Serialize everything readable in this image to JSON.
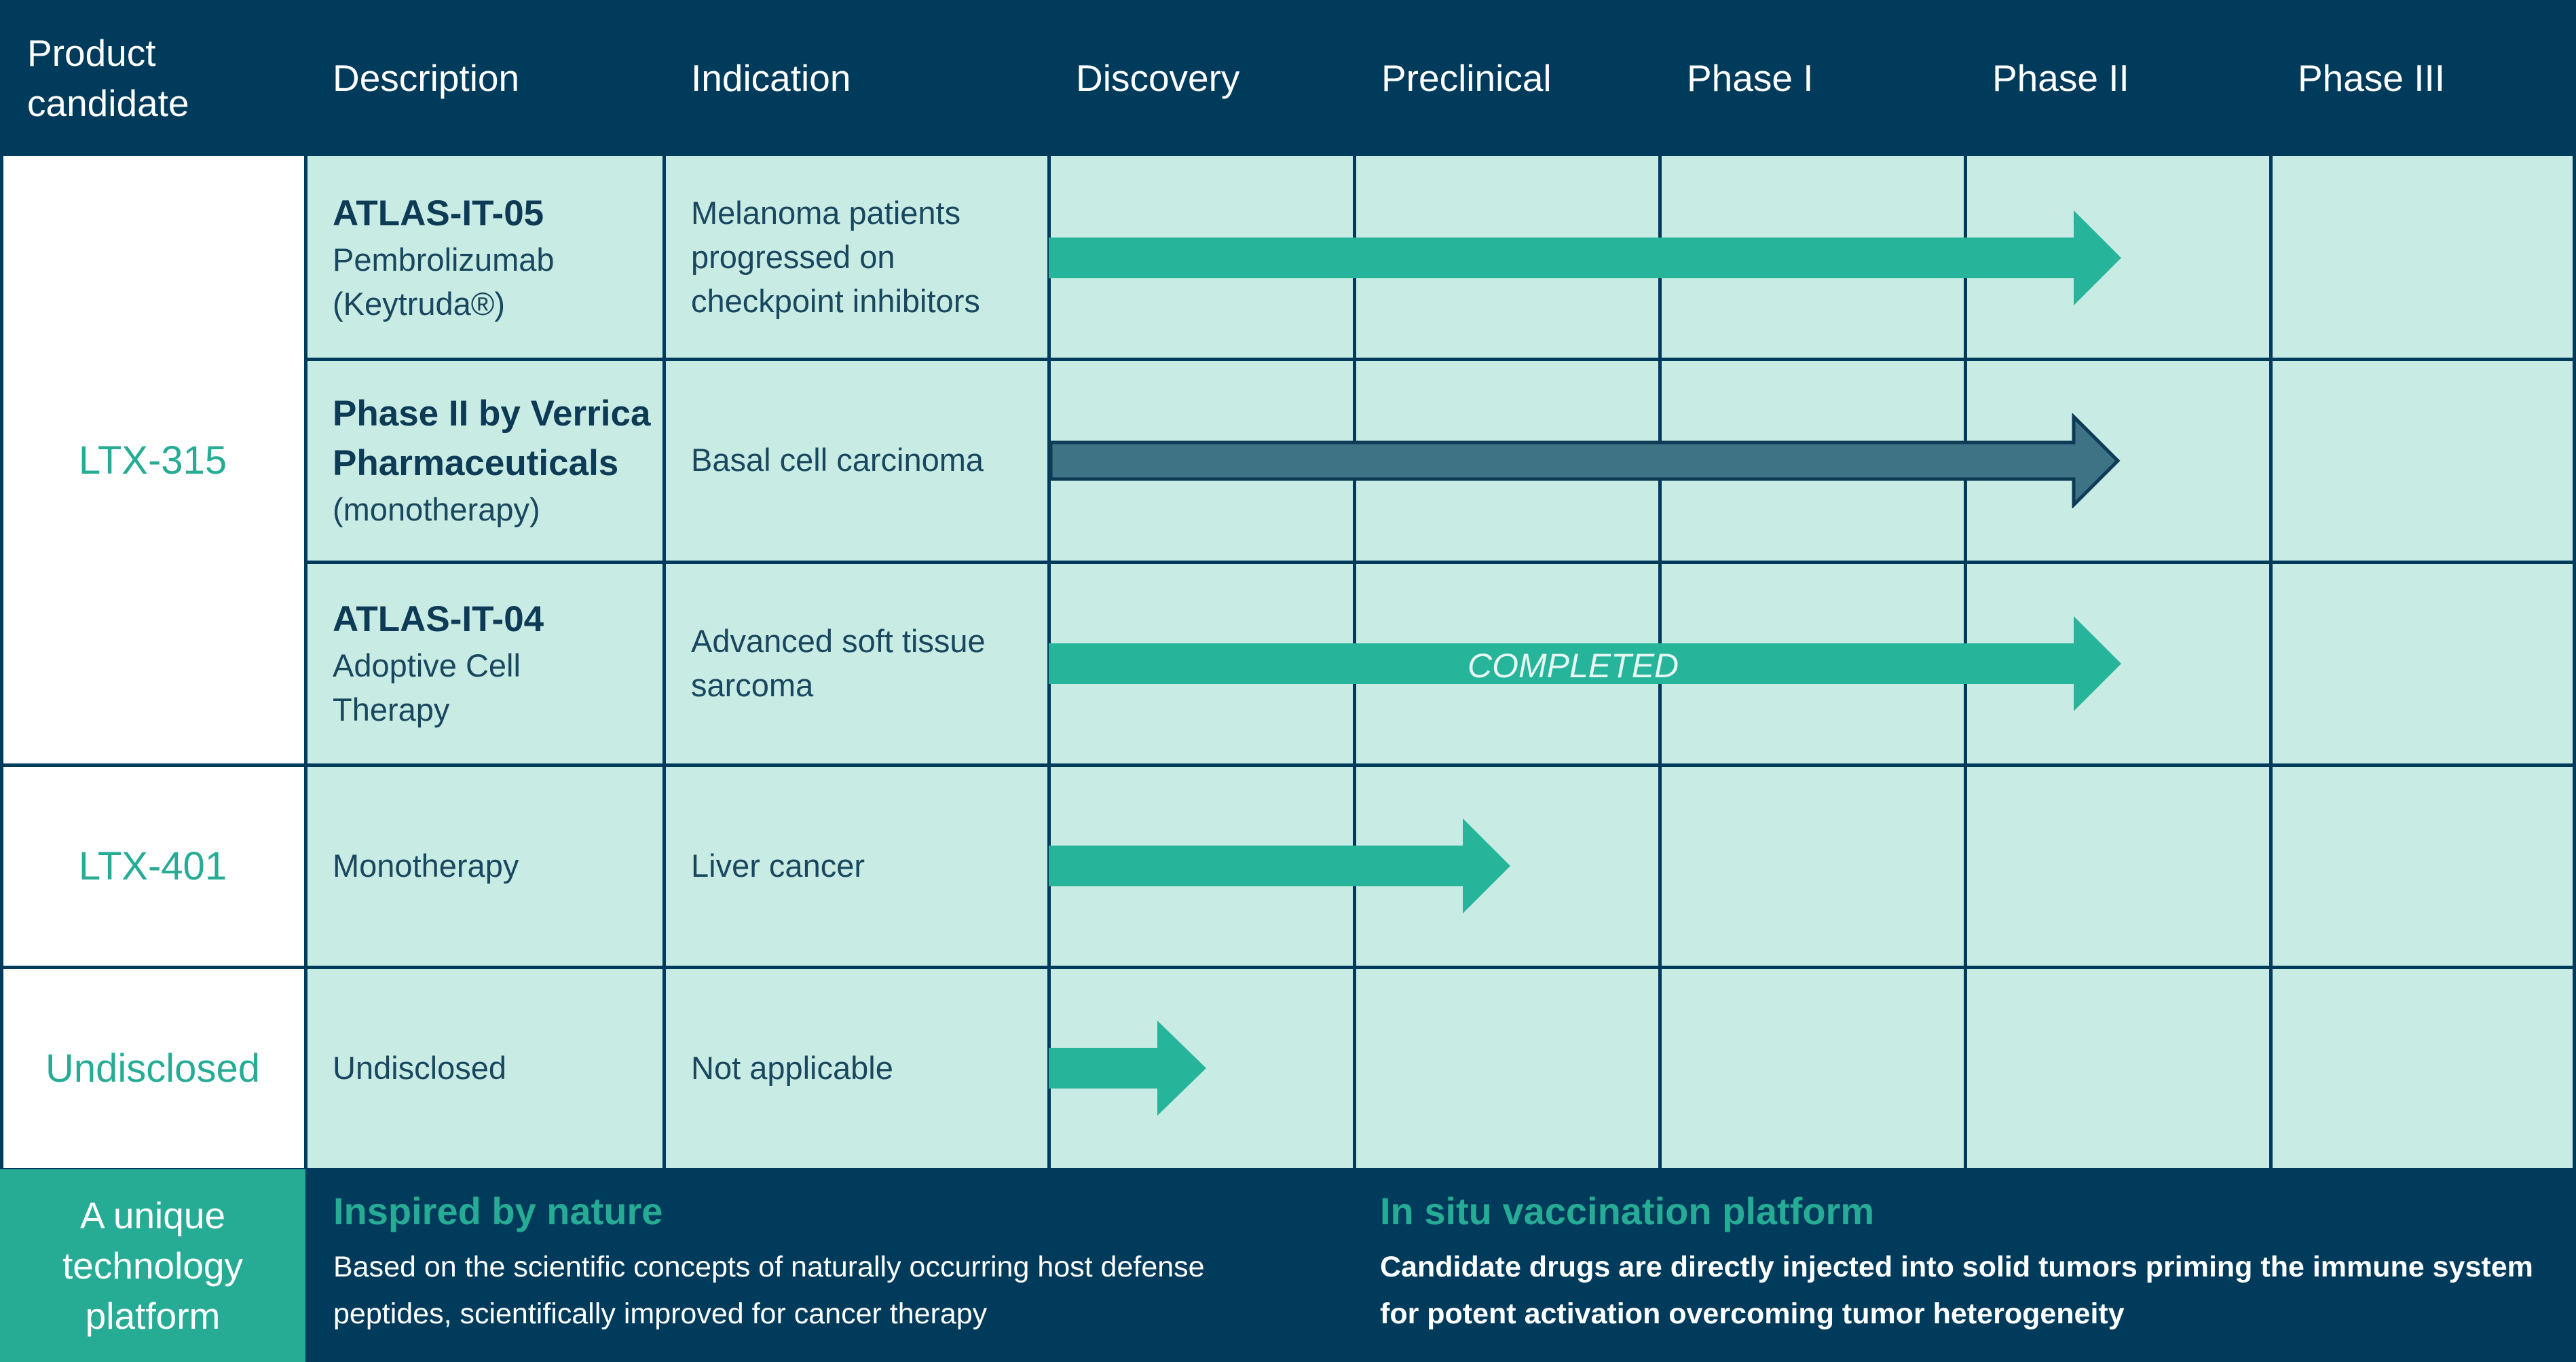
{
  "header": {
    "product_candidate": "Product candidate",
    "description": "Description",
    "indication": "Indication",
    "discovery": "Discovery",
    "preclinical": "Preclinical",
    "phase1": "Phase I",
    "phase2": "Phase II",
    "phase3": "Phase III"
  },
  "candidates": {
    "ltx315": "LTX-315",
    "ltx401": "LTX-401",
    "undisclosed": "Undisclosed"
  },
  "rows": [
    {
      "desc_title": "ATLAS-IT-05",
      "desc_line1": "Pembrolizumab",
      "desc_line2": "(Keytruda®)",
      "indication": "Melanoma patients progressed on checkpoint inhibitors",
      "arrow_label": "",
      "stage_reached": "Phase II",
      "arrow_color": "#26b59a"
    },
    {
      "desc_title": "Phase II by Verrica Pharmaceuticals",
      "desc_line1": "(monotherapy)",
      "desc_line2": "",
      "indication": "Basal cell carcinoma",
      "arrow_label": "",
      "stage_reached": "Phase II",
      "arrow_color": "#3d7385"
    },
    {
      "desc_title": "ATLAS-IT-04",
      "desc_line1": "Adoptive Cell",
      "desc_line2": "Therapy",
      "indication": "Advanced soft tissue sarcoma",
      "arrow_label": "COMPLETED",
      "stage_reached": "Phase II",
      "arrow_color": "#26b59a"
    },
    {
      "desc_title": "",
      "desc_line1": "Monotherapy",
      "desc_line2": "",
      "indication": "Liver cancer",
      "arrow_label": "",
      "stage_reached": "Preclinical",
      "arrow_color": "#26b59a"
    },
    {
      "desc_title": "",
      "desc_line1": "Undisclosed",
      "desc_line2": "",
      "indication": "Not applicable",
      "arrow_label": "",
      "stage_reached": "Discovery",
      "arrow_color": "#26b59a"
    }
  ],
  "footer": {
    "left_label": "A unique technology platform",
    "col1_title": "Inspired by nature",
    "col1_text": "Based on the scientific concepts of naturally occurring host defense peptides, scientifically improved for cancer therapy",
    "col2_title": "In situ vaccination platform",
    "col2_text": "Candidate drugs are directly injected into solid tumors priming the immune system for potent activation overcoming tumor heterogeneity"
  },
  "colors": {
    "navy": "#003b5c",
    "teal": "#26ab95",
    "cell_bg": "#c8ebe3",
    "arrow_teal": "#26b59a",
    "arrow_dark": "#3d7385"
  }
}
